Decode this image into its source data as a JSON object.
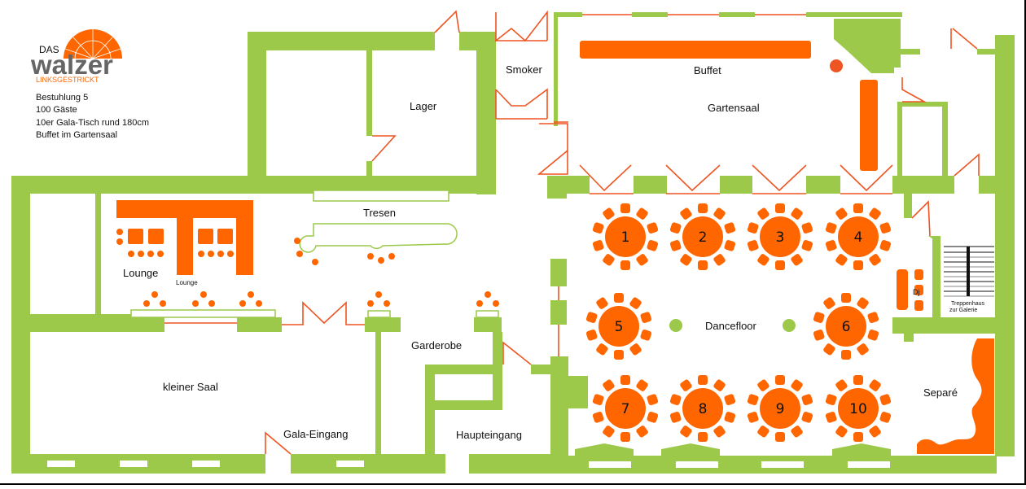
{
  "logo": {
    "top": "DAS",
    "main": "walzer",
    "sub": "LINKSGESTRICKT"
  },
  "info": {
    "lines": [
      "Bestuhlung 5",
      "100 Gäste",
      "10er Gala-Tisch rund 180cm",
      "Buffet im Gartensaal"
    ]
  },
  "rooms": {
    "lager": "Lager",
    "smoker": "Smoker",
    "buffet": "Buffet",
    "gartensaal": "Gartensaal",
    "tresen": "Tresen",
    "lounge": "Lounge",
    "lounge_small": "Lounge",
    "kleiner_saal": "kleiner Saal",
    "gala_eingang": "Gala-Eingang",
    "garderobe": "Garderobe",
    "haupteingang": "Haupteingang",
    "dancefloor": "Dancefloor",
    "dj": "Dj",
    "treppenhaus_1": "Treppenhaus",
    "treppenhaus_2": "zur Galerie",
    "separe": "Separé"
  },
  "tables": [
    {
      "number": "1",
      "seats": 10
    },
    {
      "number": "2",
      "seats": 10
    },
    {
      "number": "3",
      "seats": 10
    },
    {
      "number": "4",
      "seats": 10
    },
    {
      "number": "5",
      "seats": 10
    },
    {
      "number": "6",
      "seats": 10
    },
    {
      "number": "7",
      "seats": 10
    },
    {
      "number": "8",
      "seats": 10
    },
    {
      "number": "9",
      "seats": 10
    },
    {
      "number": "10",
      "seats": 10
    }
  ],
  "colors": {
    "wall": "#9cc94a",
    "furniture": "#ff6600",
    "door": "#ee5522",
    "logo_gray": "#666666"
  }
}
